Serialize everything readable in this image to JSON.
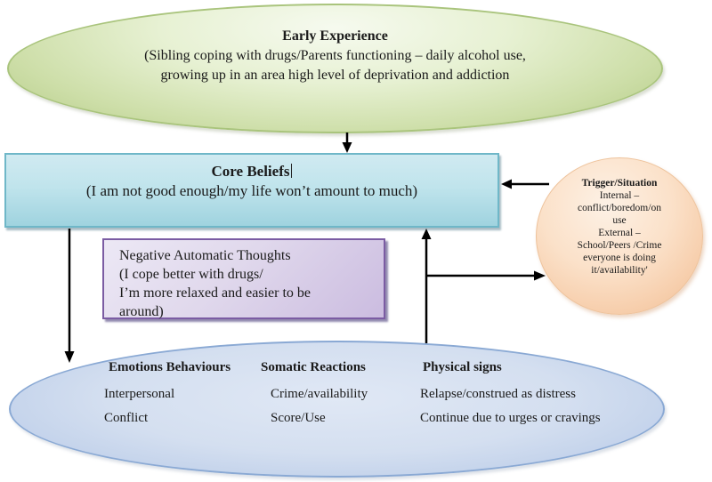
{
  "early_experience": {
    "title": "Early Experience",
    "lines": [
      "(Sibling coping with drugs/Parents functioning – daily alcohol use,",
      "growing up in an area high level of deprivation and addiction"
    ]
  },
  "core_beliefs": {
    "title": "Core Beliefs",
    "body": "(I am not good enough/my life won’t amount to much)"
  },
  "trigger_situation": {
    "title": "Trigger/Situation",
    "lines": [
      "Internal –",
      "conflict/boredom/on",
      "use",
      "External –",
      "School/Peers /Crime",
      "everyone is doing",
      "it/availability'"
    ]
  },
  "negative_automatic_thoughts": {
    "lines": [
      "Negative Automatic Thoughts",
      "(I cope better with drugs/",
      "I’m more relaxed and easier to be",
      "around)"
    ]
  },
  "outcomes": {
    "columns": [
      {
        "header": "Emotions Behaviours",
        "items": [
          "Interpersonal",
          "Conflict"
        ]
      },
      {
        "header": "Somatic Reactions",
        "items": [
          "Crime/availability",
          "Score/Use"
        ]
      },
      {
        "header": "Physical signs",
        "items": [
          "Relapse/construed as distress",
          "Continue due to urges or cravings"
        ]
      }
    ]
  },
  "colors": {
    "early_experience_fill": "#cddea8",
    "early_experience_border": "#a9c47c",
    "core_beliefs_fill": "#b5dfe9",
    "core_beliefs_border": "#6fb7c8",
    "trigger_fill": "#f8d8ba",
    "trigger_border": "#eec39c",
    "negative_thoughts_fill": "#d8cde7",
    "negative_thoughts_border": "#7b5ca3",
    "outcomes_fill": "#c9d7ed",
    "outcomes_border": "#8aa9d4",
    "arrow": "#000000"
  }
}
